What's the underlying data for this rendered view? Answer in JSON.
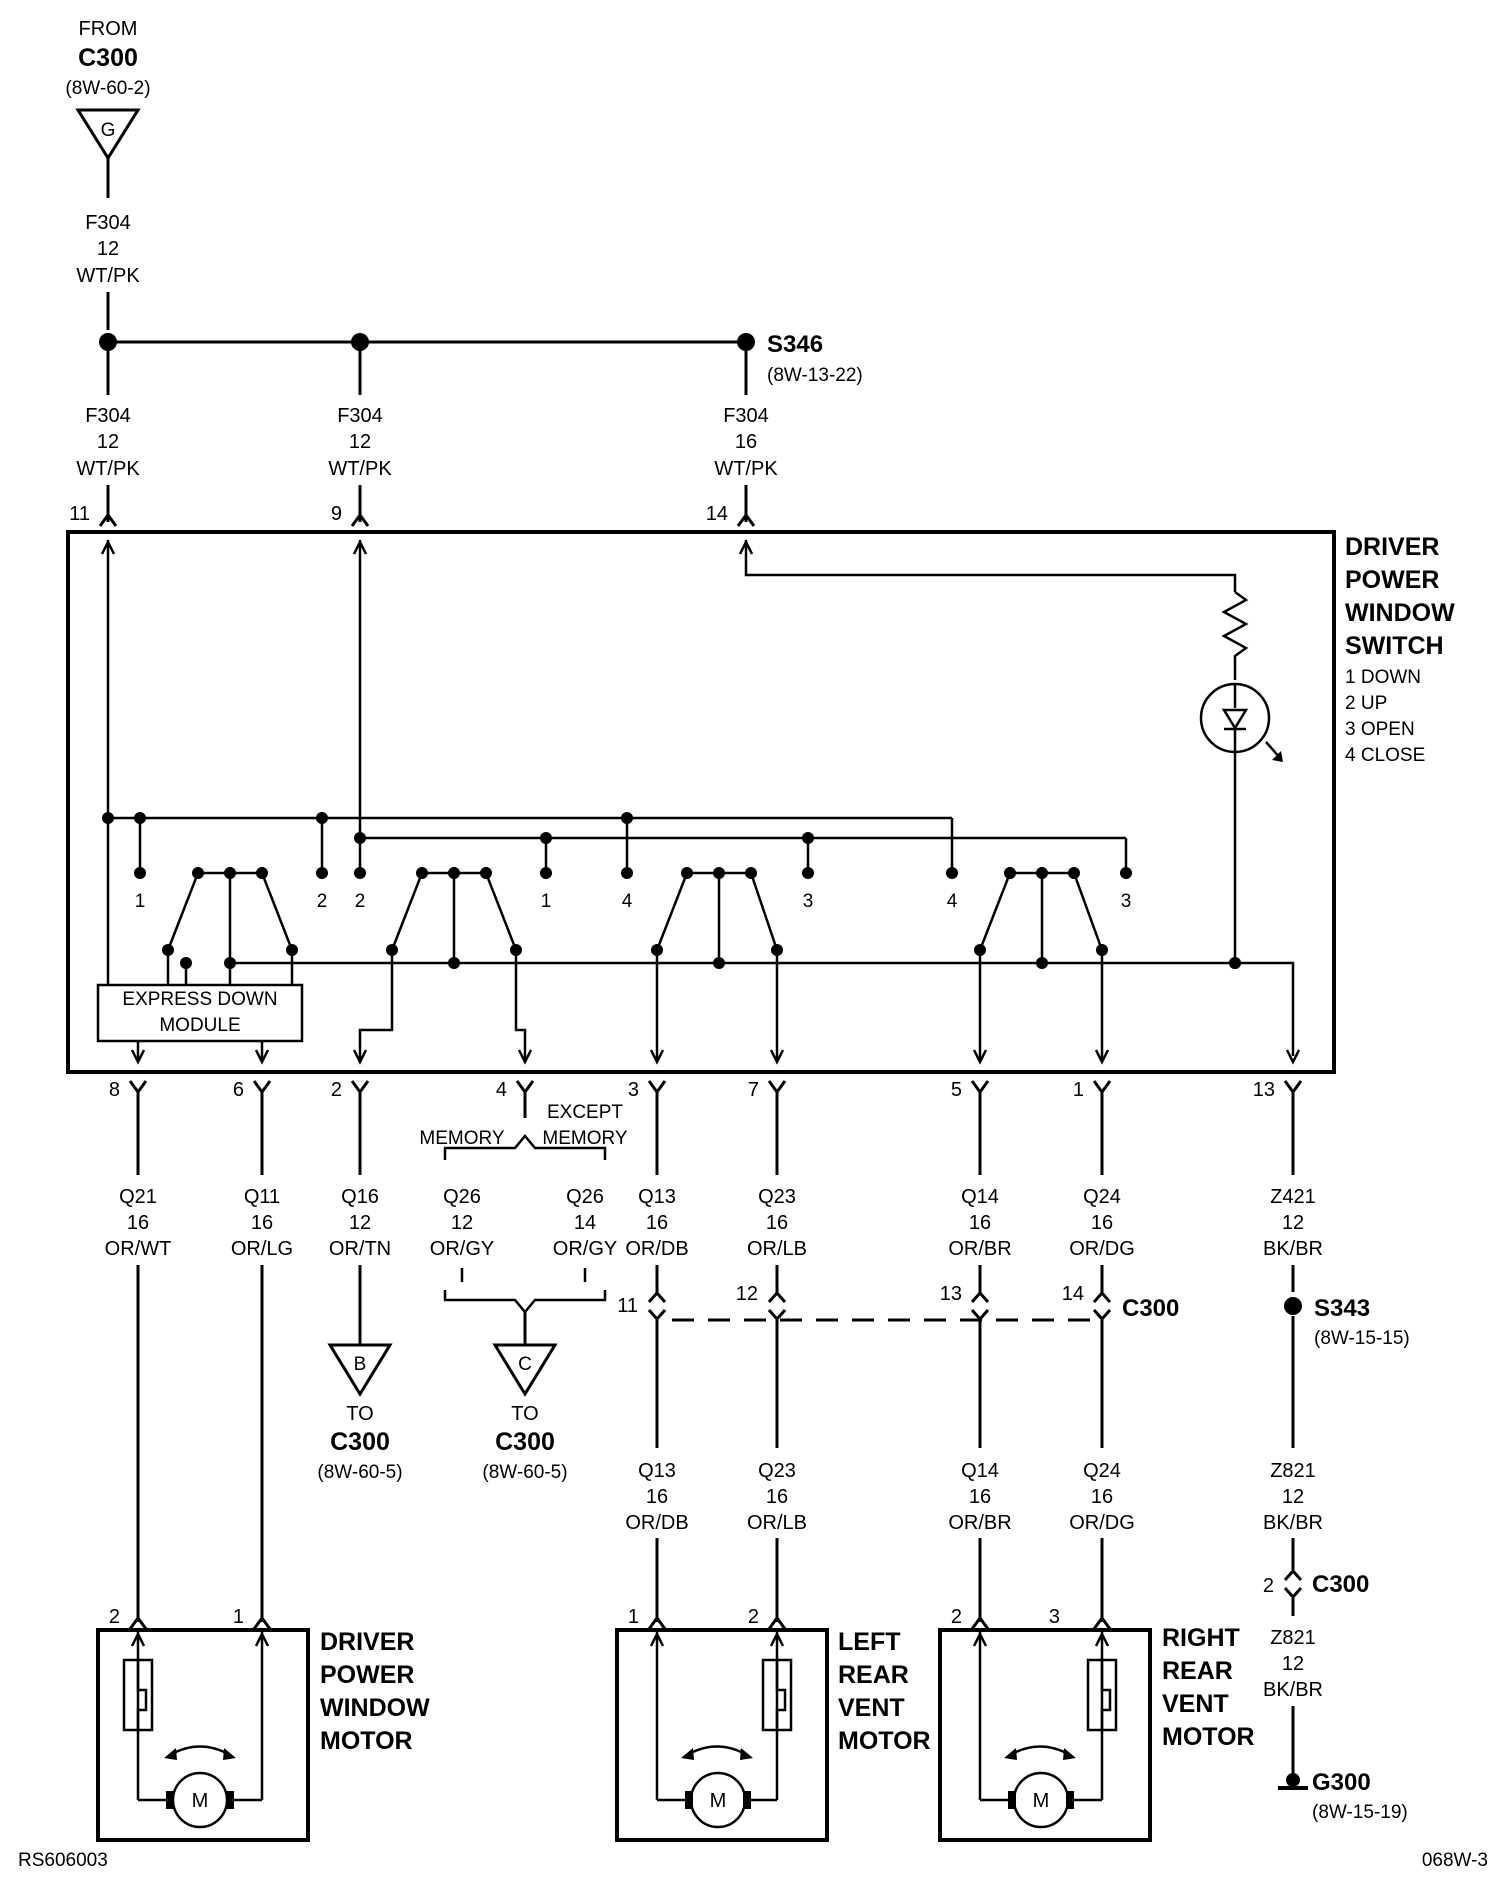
{
  "source": {
    "from": "FROM",
    "connector": "C300",
    "ref": "(8W-60-2)",
    "pin": "G"
  },
  "top_wire": {
    "circuit": "F304",
    "gauge": "12",
    "color": "WT/PK"
  },
  "splice_s346": {
    "name": "S346",
    "ref": "(8W-13-22)"
  },
  "feeds": [
    {
      "circuit": "F304",
      "gauge": "12",
      "color": "WT/PK",
      "pin": "11"
    },
    {
      "circuit": "F304",
      "gauge": "12",
      "color": "WT/PK",
      "pin": "9"
    },
    {
      "circuit": "F304",
      "gauge": "16",
      "color": "WT/PK",
      "pin": "14"
    }
  ],
  "switch": {
    "title": [
      "DRIVER",
      "POWER",
      "WINDOW",
      "SWITCH"
    ],
    "legend": [
      "1 DOWN",
      "2 UP",
      "3 OPEN",
      "4 CLOSE"
    ],
    "contacts": [
      "1",
      "2",
      "2",
      "1",
      "4",
      "3",
      "4",
      "3"
    ],
    "module": [
      "EXPRESS DOWN",
      "MODULE"
    ]
  },
  "out_pins": [
    "8",
    "6",
    "2",
    "4",
    "3",
    "7",
    "5",
    "1",
    "13"
  ],
  "memory": {
    "memory": "MEMORY",
    "except": [
      "EXCEPT",
      "MEMORY"
    ]
  },
  "wires": [
    {
      "circuit": "Q21",
      "gauge": "16",
      "color": "OR/WT"
    },
    {
      "circuit": "Q11",
      "gauge": "16",
      "color": "OR/LG"
    },
    {
      "circuit": "Q16",
      "gauge": "12",
      "color": "OR/TN"
    },
    {
      "circuit": "Q26",
      "gauge": "12",
      "color": "OR/GY"
    },
    {
      "circuit": "Q26",
      "gauge": "14",
      "color": "OR/GY"
    },
    {
      "circuit": "Q13",
      "gauge": "16",
      "color": "OR/DB"
    },
    {
      "circuit": "Q23",
      "gauge": "16",
      "color": "OR/LB"
    },
    {
      "circuit": "Q14",
      "gauge": "16",
      "color": "OR/BR"
    },
    {
      "circuit": "Q24",
      "gauge": "16",
      "color": "OR/DG"
    },
    {
      "circuit": "Z421",
      "gauge": "12",
      "color": "BK/BR"
    }
  ],
  "c300_inline": {
    "name": "C300",
    "pins": [
      "11",
      "12",
      "13",
      "14"
    ]
  },
  "splice_s343": {
    "name": "S343",
    "ref": "(8W-15-15)"
  },
  "to_b": {
    "pin": "B",
    "to": "TO",
    "connector": "C300",
    "ref": "(8W-60-5)"
  },
  "to_c": {
    "pin": "C",
    "to": "TO",
    "connector": "C300",
    "ref": "(8W-60-5)"
  },
  "lower_wires": [
    {
      "circuit": "Q13",
      "gauge": "16",
      "color": "OR/DB"
    },
    {
      "circuit": "Q23",
      "gauge": "16",
      "color": "OR/LB"
    },
    {
      "circuit": "Q14",
      "gauge": "16",
      "color": "OR/BR"
    },
    {
      "circuit": "Q24",
      "gauge": "16",
      "color": "OR/DG"
    },
    {
      "circuit": "Z821",
      "gauge": "12",
      "color": "BK/BR"
    },
    {
      "circuit": "Z821",
      "gauge": "12",
      "color": "BK/BR"
    }
  ],
  "c300_ground": {
    "pin": "2",
    "name": "C300"
  },
  "ground": {
    "name": "G300",
    "ref": "(8W-15-19)"
  },
  "motors": [
    {
      "name": [
        "DRIVER",
        "POWER",
        "WINDOW",
        "MOTOR"
      ],
      "pins": [
        "2",
        "1"
      ],
      "symbol": "M"
    },
    {
      "name": [
        "LEFT",
        "REAR",
        "VENT",
        "MOTOR"
      ],
      "pins": [
        "1",
        "2"
      ],
      "symbol": "M"
    },
    {
      "name": [
        "RIGHT",
        "REAR",
        "VENT",
        "MOTOR"
      ],
      "pins": [
        "2",
        "3"
      ],
      "symbol": "M"
    }
  ],
  "footer": {
    "left": "RS606003",
    "right": "068W-3"
  }
}
